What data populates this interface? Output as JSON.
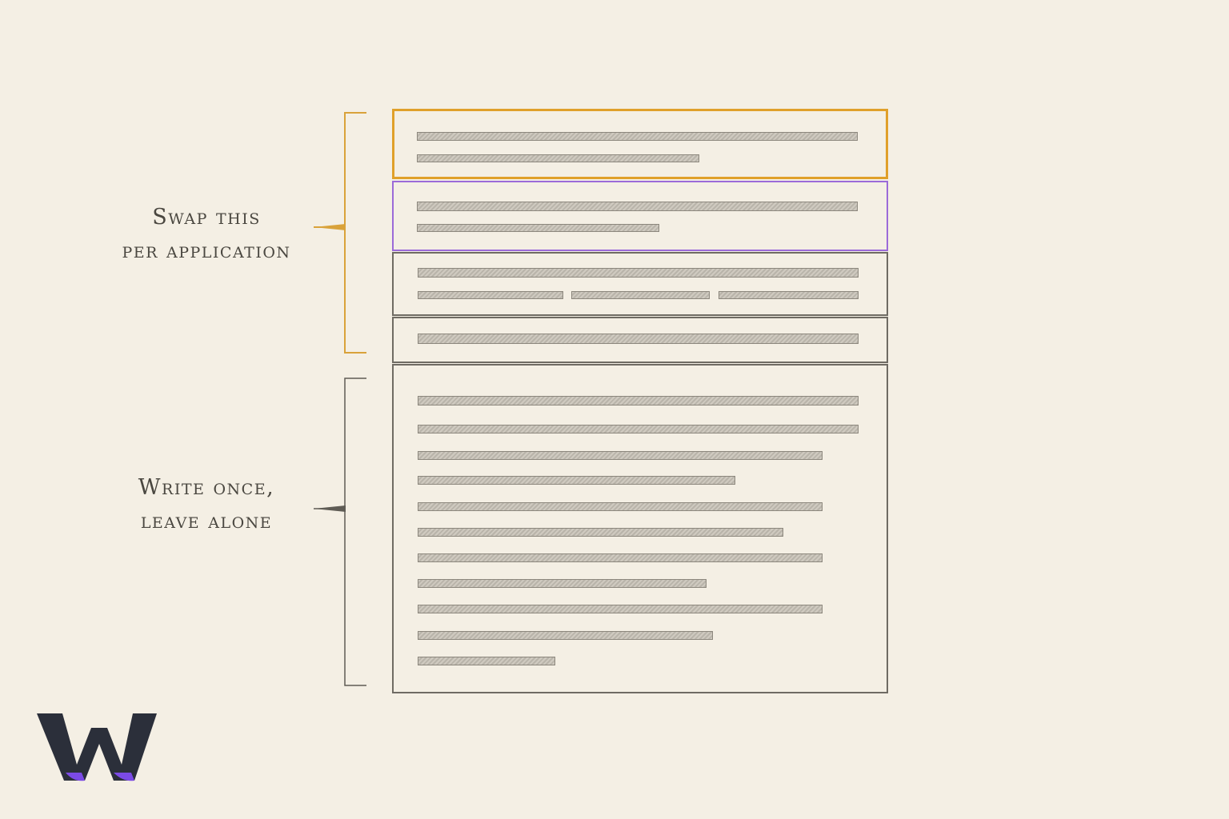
{
  "labels": {
    "swap": {
      "line1": "Swap this",
      "line2": "per application"
    },
    "write": {
      "line1": "Write once,",
      "line2": "leave alone"
    }
  },
  "colors": {
    "background": "#f4efe4",
    "highlight_gold": "#e0a02a",
    "highlight_purple": "#9b6ad8",
    "outline": "#6f6b63",
    "logo_dark": "#2b2f3a",
    "logo_accent": "#7b4ae6"
  },
  "icons": {
    "logo": "w-logo-icon"
  }
}
